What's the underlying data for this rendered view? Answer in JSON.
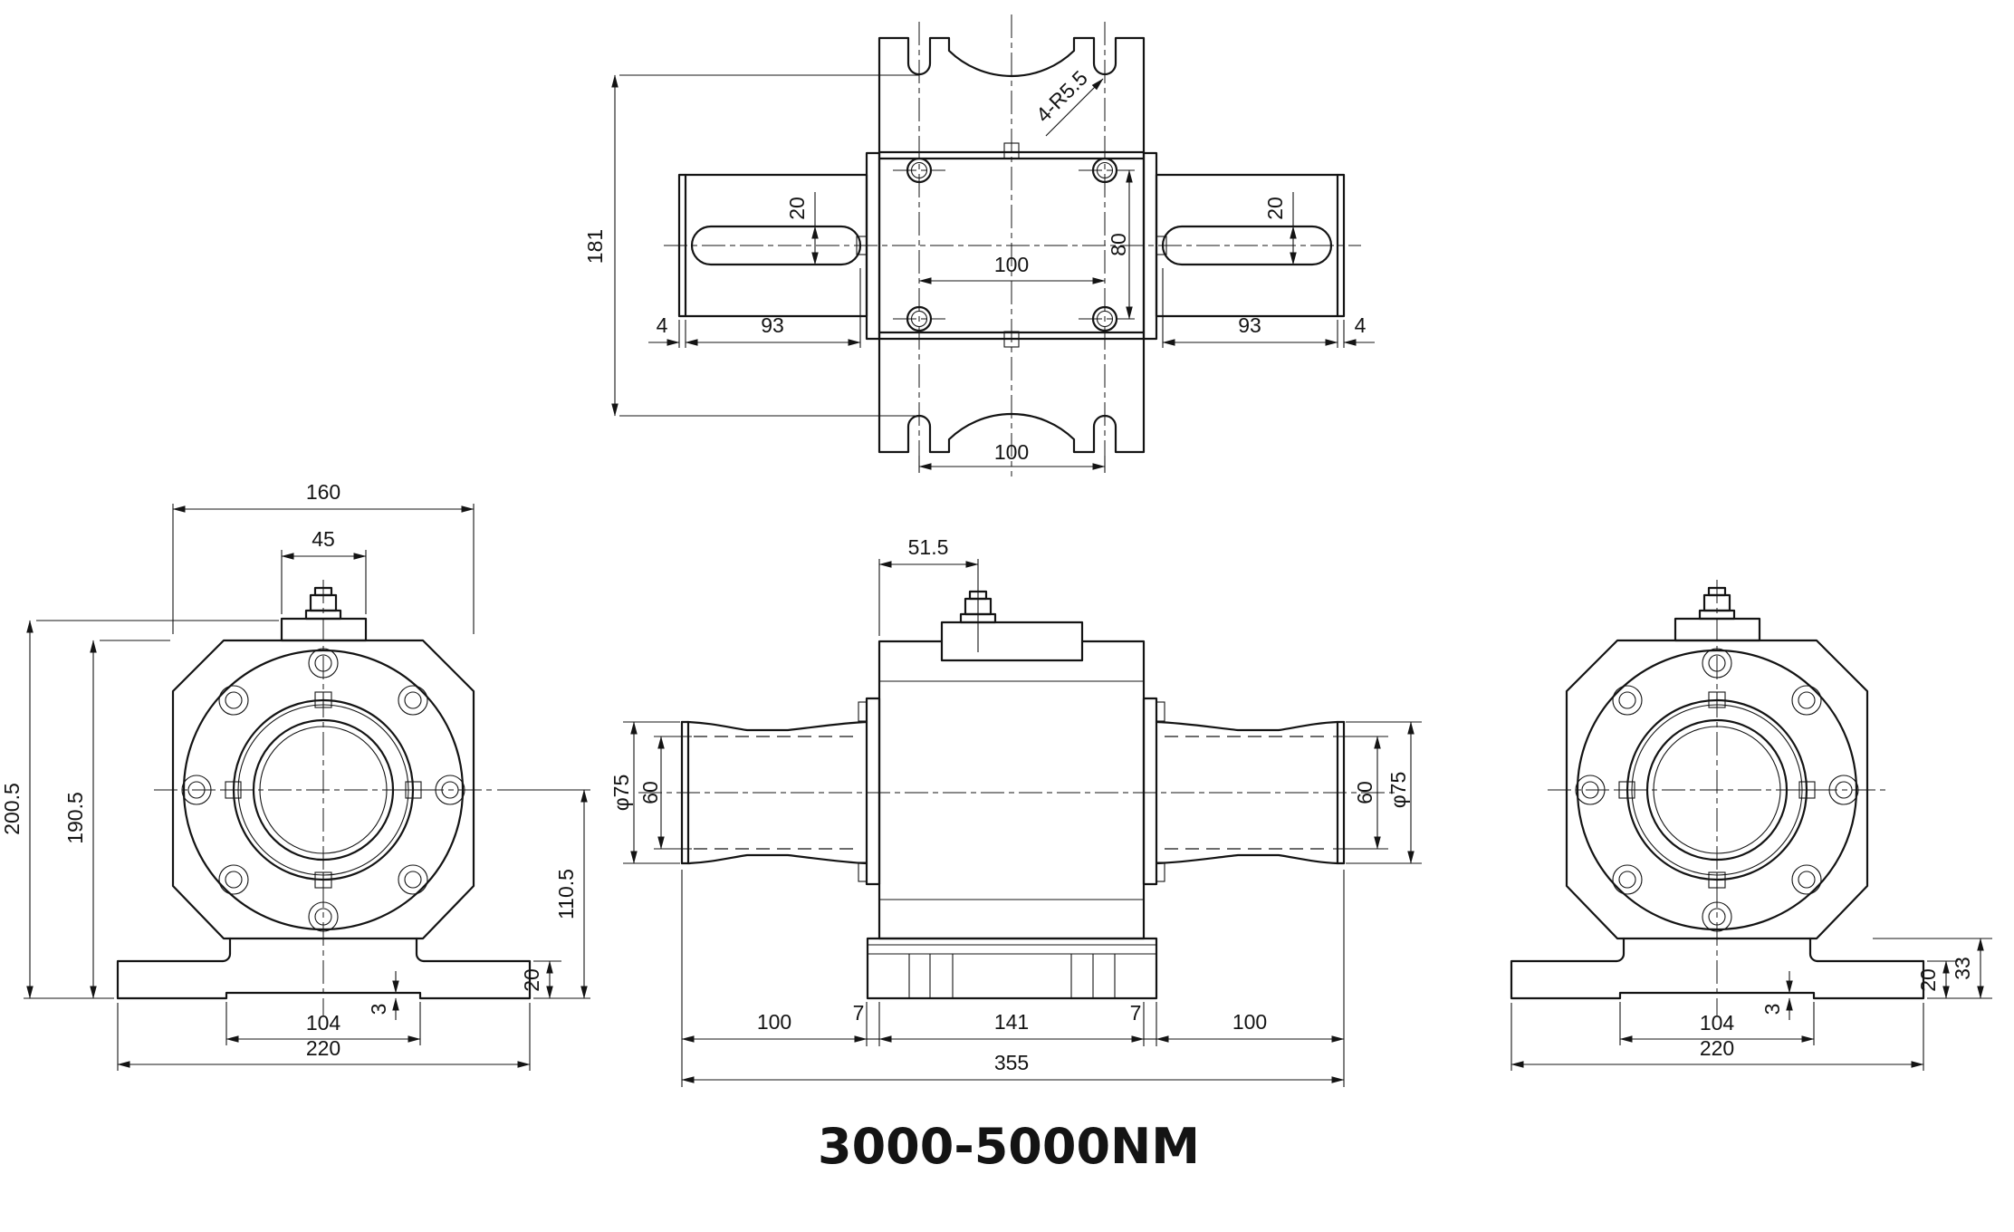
{
  "colors": {
    "ink": "#141414",
    "paper": "#ffffff"
  },
  "title": "3000-5000NM",
  "top_view": {
    "height_overall": "181",
    "keyway_left": "20",
    "keyway_right": "20",
    "hole_pitch_h": "100",
    "hole_pitch_v": "80",
    "slot_note": "4-R5.5",
    "shaft_left_len": "93",
    "shaft_left_chamfer": "4",
    "shaft_right_len": "93",
    "shaft_right_chamfer": "4",
    "slot_pitch": "100"
  },
  "left_view": {
    "body_width": "160",
    "connector_width": "45",
    "height_to_connector": "200.5",
    "height_body": "190.5",
    "height_center": "110.5",
    "base_thickness": "20",
    "recess_width": "104",
    "recess_depth": "3",
    "base_width": "220"
  },
  "front_view": {
    "connector_offset": "51.5",
    "shaft_dia_left": "φ75",
    "hub_dia_left": "60",
    "hub_dia_right": "60",
    "shaft_dia_right": "φ75",
    "shaft_left_len": "100",
    "flange_left": "7",
    "body_len": "141",
    "flange_right": "7",
    "shaft_right_len": "100",
    "total_len": "355"
  },
  "right_view": {
    "base_thickness": "20",
    "base_step_height": "33",
    "recess_width": "104",
    "recess_depth": "3",
    "base_width": "220"
  }
}
